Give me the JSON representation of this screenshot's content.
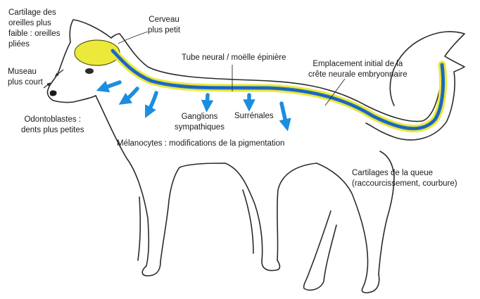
{
  "labels": {
    "ear_cartilage": [
      "Cartilage des",
      "oreilles plus",
      "faible : oreilles",
      "pliées"
    ],
    "brain": [
      "Cerveau",
      "plus petit"
    ],
    "neural_tube": "Tube neural / moëlle épinière",
    "neural_crest": [
      "Emplacement initial de la",
      "crête neurale embryonnaire"
    ],
    "muzzle": [
      "Museau",
      "plus court"
    ],
    "odontoblasts": [
      "Odontoblastes :",
      "dents plus petites"
    ],
    "ganglia": [
      "Ganglions",
      "sympathiques"
    ],
    "adrenals": "Surrénales",
    "melanocytes": "Mélanocytes : modifications de la pigmentation",
    "tail": [
      "Cartilages de la queue",
      "(raccourcissement, courbure)"
    ]
  },
  "colors": {
    "outline": "#2b2b2b",
    "arrow": "#1b8ee0",
    "neural_blue": "#1f6fd0",
    "neural_yellow": "#ece93a"
  },
  "icons": [
    "down-arrow-icon",
    "left-arrow-icon",
    "curved-arrow-icon",
    "pointer-arrow-icon"
  ]
}
